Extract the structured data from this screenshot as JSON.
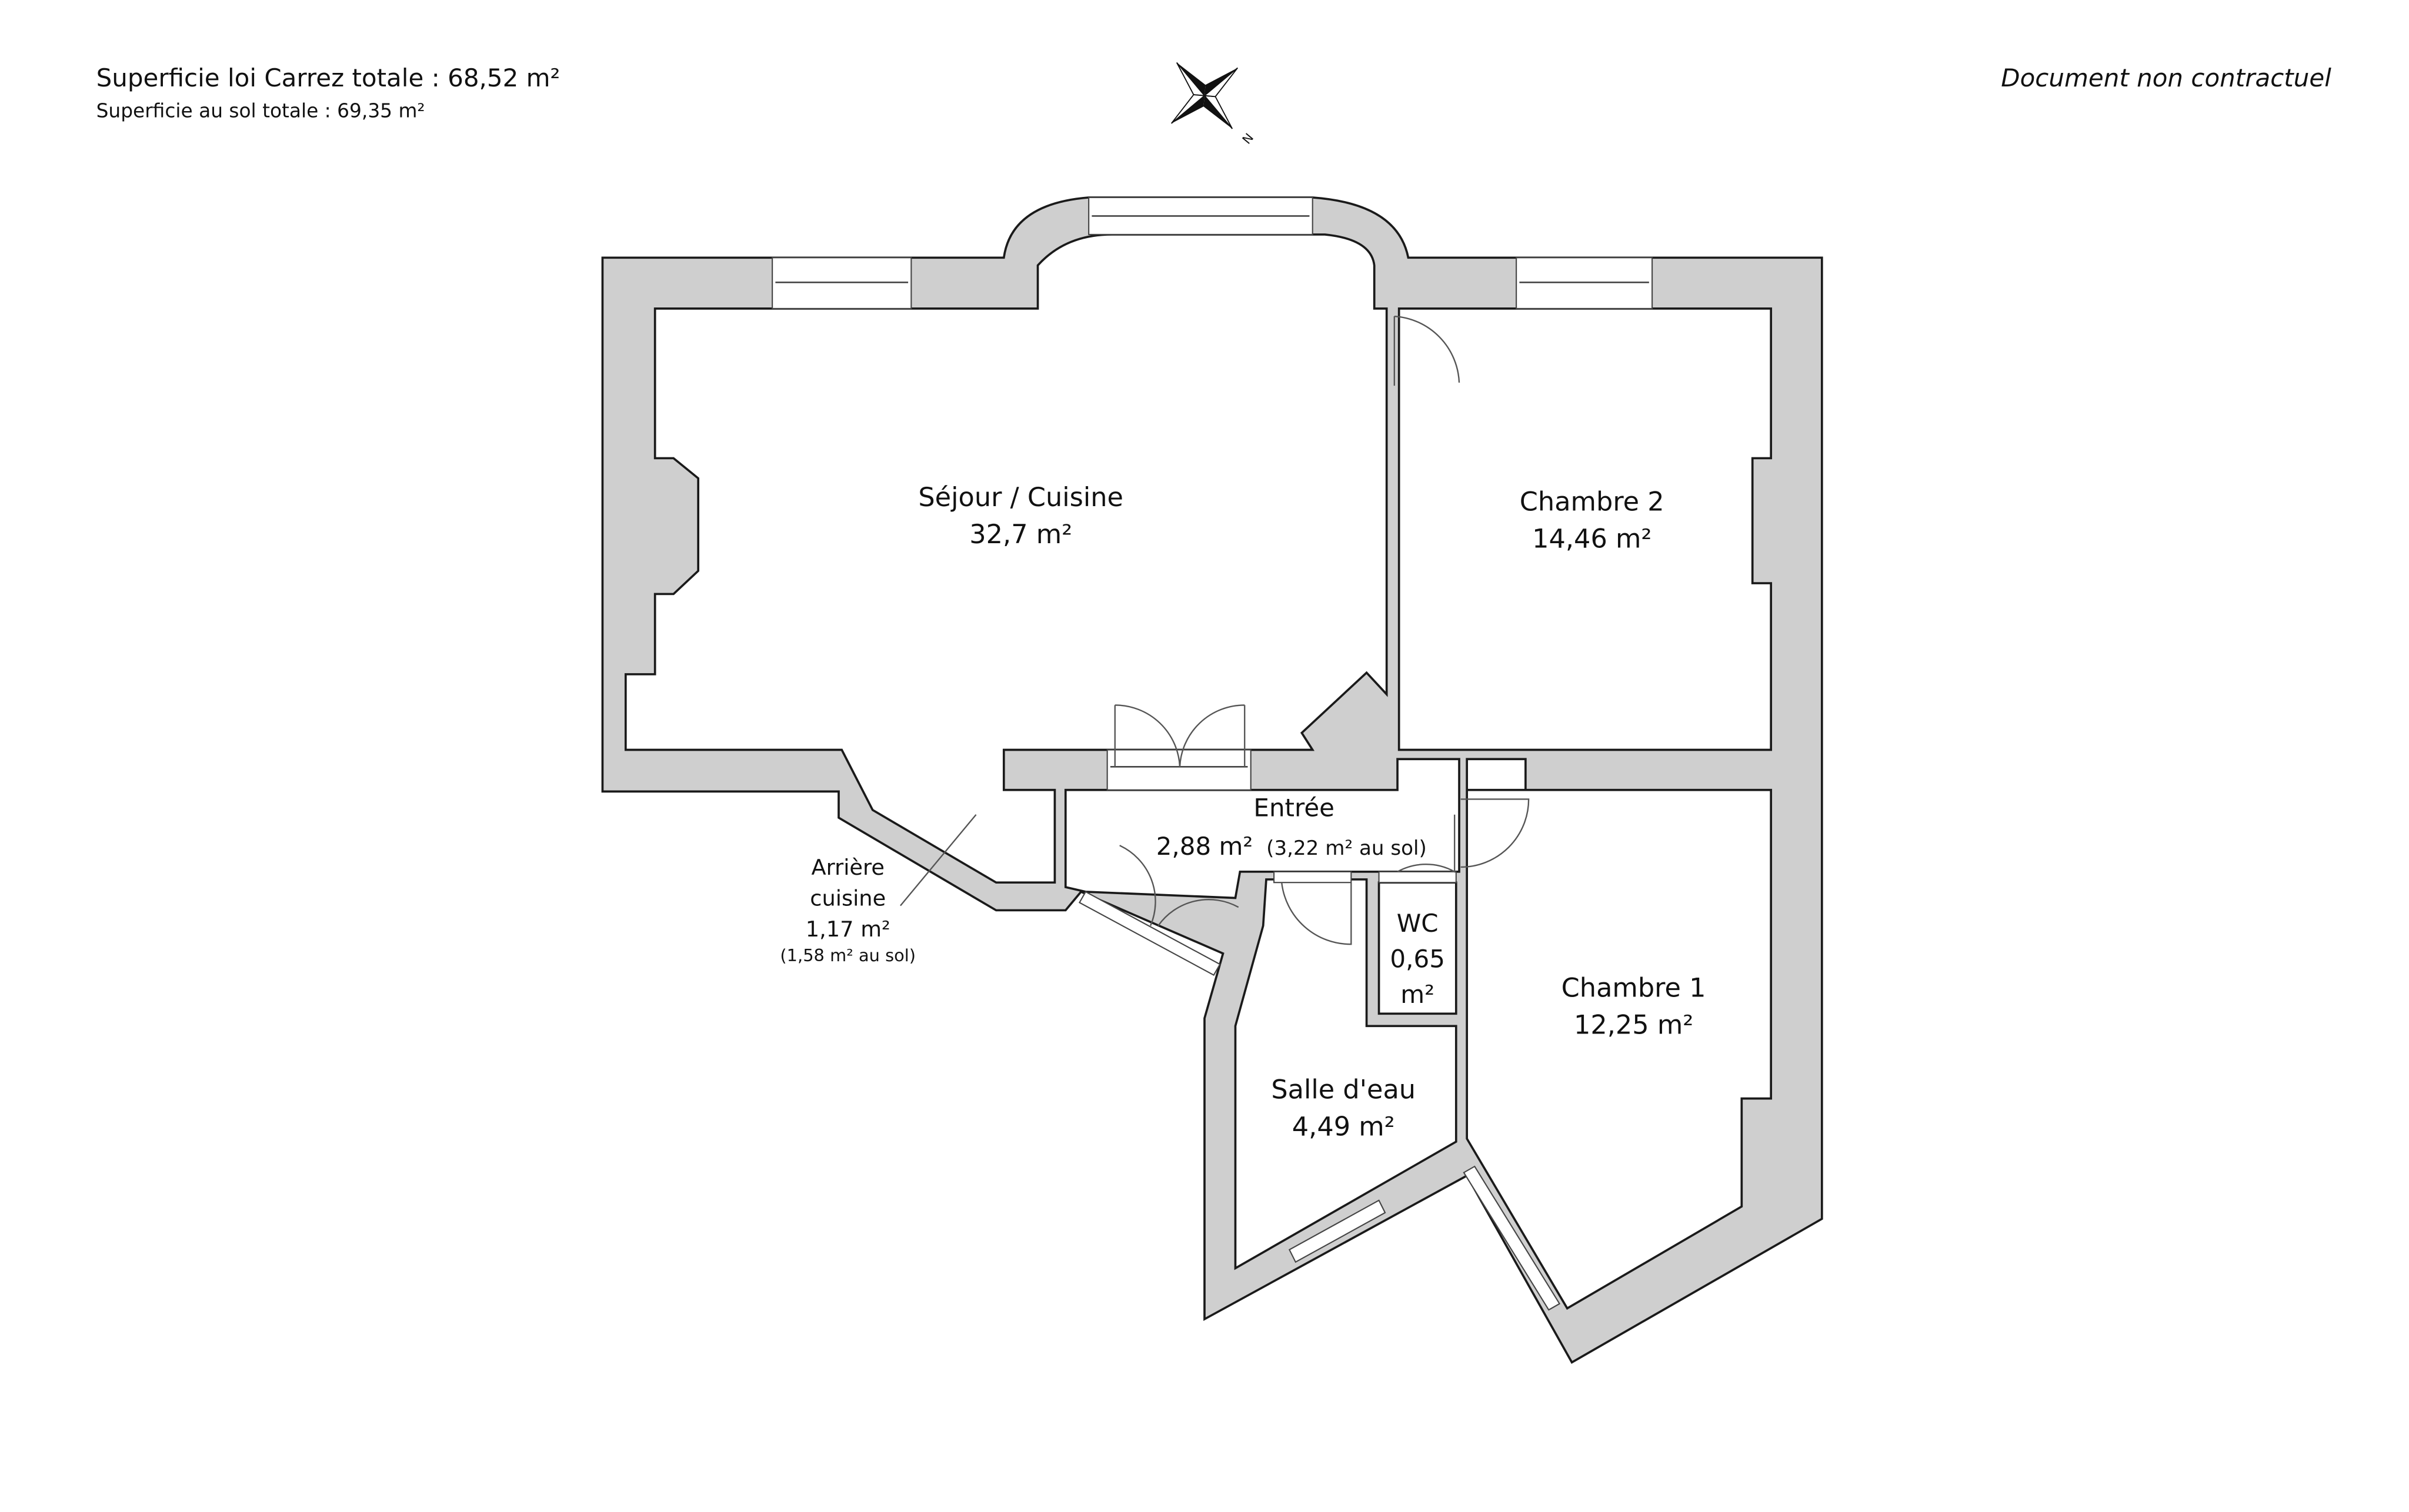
{
  "header": {
    "carrez_total": "Superficie loi Carrez totale :  68,52 m²",
    "sol_total": "Superficie au sol totale :  69,35 m²",
    "disclaimer": "Document non contractuel"
  },
  "compass": {
    "north_label": "N"
  },
  "rooms": [
    {
      "name": "Séjour / Cuisine",
      "area": "32,7 m²"
    },
    {
      "name": "Chambre 2",
      "area": "14,46 m²"
    },
    {
      "name": "Entrée",
      "area": "2,88 m²",
      "floor_area": "(3,22 m² au sol)"
    },
    {
      "name": "Arrière",
      "name2": "cuisine",
      "area": "1,17 m²",
      "floor_area": "(1,58 m² au sol)"
    },
    {
      "name": "WC",
      "area": "0,65",
      "unit": "m²"
    },
    {
      "name": "Chambre 1",
      "area": "12,25 m²"
    },
    {
      "name": "Salle d'eau",
      "area": "4,49 m²"
    }
  ]
}
